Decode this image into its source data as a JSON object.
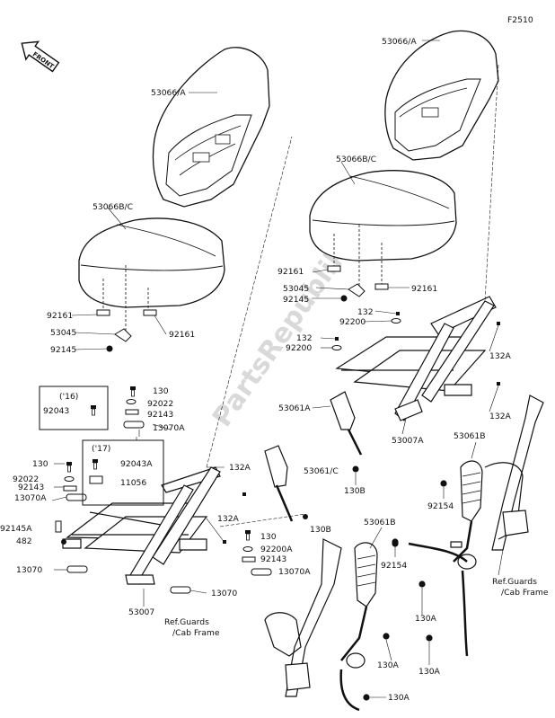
{
  "diagram_code": "F2510",
  "front_label": "FRONT",
  "watermark": "PartsRepublik",
  "labels": {
    "a53066A_tr": "53066/A",
    "a53066A_tl": "53066/A",
    "a53066BC_r": "53066B/C",
    "a53066BC_l": "53066B/C",
    "a92161_r1": "92161",
    "a92161_r2": "92161",
    "a53045_r": "53045",
    "a92145_r": "92145",
    "a132_r": "132",
    "a92200_r1": "92200",
    "a132_r2": "132",
    "a92200_r2": "92200",
    "a132A_r1": "132A",
    "a132A_r2": "132A",
    "a53061A": "53061A",
    "a53007A": "53007A",
    "a130B_r": "130B",
    "a92161_l1": "92161",
    "a92161_l2": "92161",
    "a53045_l": "53045",
    "a92145_l": "92145",
    "a130_l": "130",
    "a92022_l": "92022",
    "a92143_l": "92143",
    "a13070A_l1": "13070A",
    "a16": "('16)",
    "a92043": "92043",
    "a17": "('17)",
    "a92043A": "92043A",
    "a11056": "11056",
    "a130_l2": "130",
    "a92022_l2": "92022",
    "a92143_l2": "92143",
    "a13070A_l2": "13070A",
    "a92145A": "92145A",
    "a482": "482",
    "a13070_l": "13070",
    "a13070_m": "13070",
    "a53007": "53007",
    "a132A_l1": "132A",
    "a132A_l2": "132A",
    "a53061C": "53061/C",
    "a130B_m": "130B",
    "a130_m": "130",
    "a92200A": "92200A",
    "a92143_m": "92143",
    "a13070A_m": "13070A",
    "a53061B_r": "53061B",
    "a92154_r": "92154",
    "a53061B_m": "53061B",
    "a92154_m": "92154",
    "ref_r1": "Ref.Guards",
    "ref_r2": "/Cab Frame",
    "ref_l1": "Ref.Guards",
    "ref_l2": "/Cab Frame",
    "a130A_r": "130A",
    "a130A_r2": "130A",
    "a130A_m": "130A",
    "a130A_b": "130A"
  }
}
